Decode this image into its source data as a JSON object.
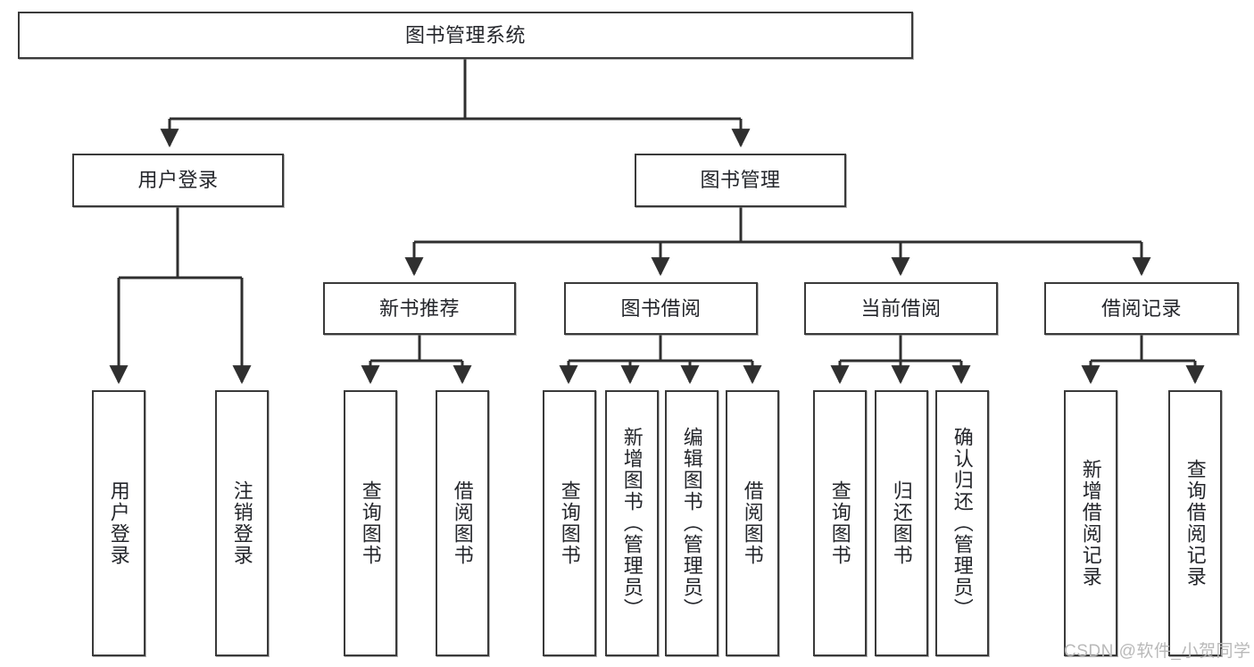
{
  "diagram": {
    "title": "图书管理系统",
    "type": "hierarchy-tree",
    "watermark": "CSDN @软件_小贺同学",
    "colors": {
      "box_border": "#3a3a3a",
      "box_fill": "#ffffff",
      "connector": "#2f2f2f",
      "text": "#24262b",
      "watermark": "#b9b9b9",
      "background": "#ffffff"
    },
    "levels": {
      "root": {
        "label": "图书管理系统",
        "orientation": "horizontal"
      },
      "level1": [
        {
          "label": "用户登录",
          "orientation": "horizontal"
        },
        {
          "label": "图书管理",
          "orientation": "horizontal"
        }
      ],
      "level2": [
        {
          "label": "新书推荐",
          "orientation": "horizontal"
        },
        {
          "label": "图书借阅",
          "orientation": "horizontal"
        },
        {
          "label": "当前借阅",
          "orientation": "horizontal"
        },
        {
          "label": "借阅记录",
          "orientation": "horizontal"
        }
      ],
      "leaves": [
        {
          "label": "用户登录",
          "orientation": "vertical",
          "parent": "用户登录"
        },
        {
          "label": "注销登录",
          "orientation": "vertical",
          "parent": "用户登录"
        },
        {
          "label": "查询图书",
          "orientation": "vertical",
          "parent": "新书推荐"
        },
        {
          "label": "借阅图书",
          "orientation": "vertical",
          "parent": "新书推荐"
        },
        {
          "label": "查询图书",
          "orientation": "vertical",
          "parent": "图书借阅"
        },
        {
          "label": "新增图书（管理员）",
          "orientation": "vertical",
          "parent": "图书借阅"
        },
        {
          "label": "编辑图书（管理员）",
          "orientation": "vertical",
          "parent": "图书借阅"
        },
        {
          "label": "借阅图书",
          "orientation": "vertical",
          "parent": "图书借阅"
        },
        {
          "label": "查询图书",
          "orientation": "vertical",
          "parent": "当前借阅"
        },
        {
          "label": "归还图书",
          "orientation": "vertical",
          "parent": "当前借阅"
        },
        {
          "label": "确认归还（管理员）",
          "orientation": "vertical",
          "parent": "当前借阅"
        },
        {
          "label": "新增借阅记录",
          "orientation": "vertical",
          "parent": "借阅记录"
        },
        {
          "label": "查询借阅记录",
          "orientation": "vertical",
          "parent": "借阅记录"
        }
      ]
    }
  }
}
